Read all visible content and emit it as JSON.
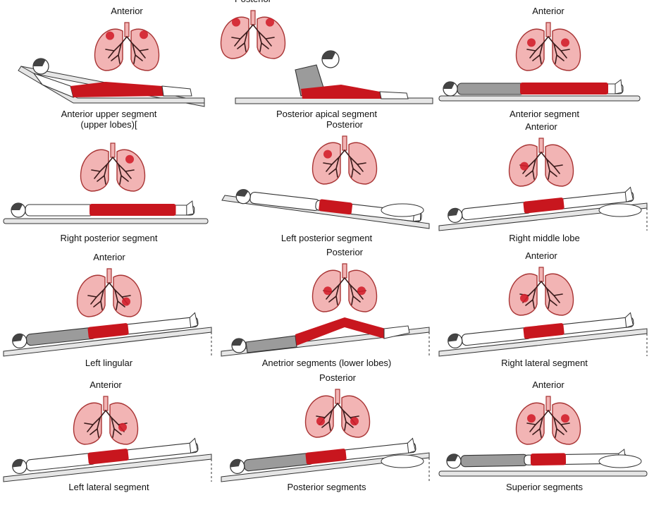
{
  "colors": {
    "lung_fill": "#f2b4b4",
    "lung_stroke": "#a83434",
    "lung_highlight": "#d3202c",
    "bronchi": "#3a1a1a",
    "body_gray": "#9b9b9b",
    "body_white": "#ffffff",
    "pants_red": "#c8161e",
    "outline": "#333333",
    "bed": "#e6e6e6"
  },
  "panels": [
    {
      "view": "Anterior",
      "caption": "Anterior upper segment",
      "caption_line2": "(upper lobes)[",
      "pose": "recline",
      "shirt": "white",
      "pillow": false,
      "spots": [
        [
          -1,
          -0.55
        ],
        [
          1,
          -0.6
        ]
      ]
    },
    {
      "view": "Posterior",
      "caption": "Posterior apical segment",
      "caption_line2": "",
      "pose": "sit",
      "shirt": "gray",
      "pillow": false,
      "spots": [
        [
          -1,
          -0.62
        ],
        [
          1,
          -0.62
        ]
      ]
    },
    {
      "view": "Anterior",
      "caption": "Anterior segment",
      "caption_line2": "",
      "pose": "supine",
      "shirt": "gray",
      "pillow": false,
      "spots": [
        [
          -1,
          -0.2
        ],
        [
          1,
          -0.2
        ]
      ]
    },
    {
      "view": "",
      "caption": "Right posterior segment",
      "caption_line2": "",
      "pose": "prone",
      "shirt": "white",
      "pillow": false,
      "spots": [
        [
          1,
          -0.4
        ]
      ]
    },
    {
      "view": "Posterior",
      "caption": "Left posterior segment",
      "caption_line2": "",
      "pose": "side-incline",
      "shirt": "white",
      "pillow": true,
      "spots": [
        [
          -1,
          -0.3
        ]
      ]
    },
    {
      "view": "Anterior",
      "caption": "Right middle lobe",
      "caption_line2": "",
      "pose": "side-tilt",
      "shirt": "white",
      "pillow": true,
      "spots": [
        [
          -1,
          0.2
        ]
      ]
    },
    {
      "view": "Anterior",
      "caption": "Left lingular",
      "caption_line2": "",
      "pose": "supine-tilt",
      "shirt": "gray",
      "pillow": false,
      "spots": [
        [
          1,
          0.45
        ]
      ]
    },
    {
      "view": "Posterior",
      "caption": "Anetrior segments (lower lobes)",
      "caption_line2": "",
      "pose": "supine-knees",
      "shirt": "gray",
      "pillow": false,
      "spots": [
        [
          -1,
          0.15
        ],
        [
          1,
          0.15
        ]
      ]
    },
    {
      "view": "Anterior",
      "caption": "Right lateral segment",
      "caption_line2": "",
      "pose": "side-tilt-white",
      "shirt": "white",
      "pillow": false,
      "spots": [
        [
          -1,
          0.35
        ]
      ]
    },
    {
      "view": "Anterior",
      "caption": "Left lateral segment",
      "caption_line2": "",
      "pose": "side-tilt",
      "shirt": "white",
      "pillow": false,
      "spots": [
        [
          1,
          0.35
        ]
      ]
    },
    {
      "view": "Posterior",
      "caption": "Posterior segments",
      "caption_line2": "",
      "pose": "prone-tilt",
      "shirt": "gray",
      "pillow": true,
      "spots": [
        [
          -1,
          0.4
        ],
        [
          1,
          0.4
        ]
      ]
    },
    {
      "view": "Anterior",
      "caption": "Superior segments",
      "caption_line2": "",
      "pose": "prone-pillow",
      "shirt": "gray",
      "pillow": true,
      "spots": [
        [
          -1,
          -0.1
        ],
        [
          1,
          -0.1
        ]
      ]
    }
  ]
}
